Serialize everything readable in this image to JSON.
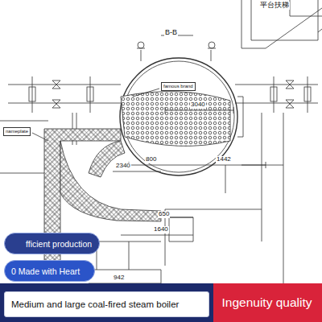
{
  "diagram": {
    "nodes": [
      {
        "text": [
          "fficient production"
        ]
      },
      {
        "text": [
          "0 Made with Heart"
        ]
      },
      {
        "text": [
          "Medium and large coal-fired steam boiler"
        ]
      },
      {
        "text": [
          "Ingenuity quality"
        ]
      }
    ],
    "labels": [
      "B-B",
      "平台扶梯",
      "famous brand",
      "nameplate",
      "3040",
      "1442",
      "2340",
      "800",
      "650",
      "1640",
      "942"
    ]
  }
}
